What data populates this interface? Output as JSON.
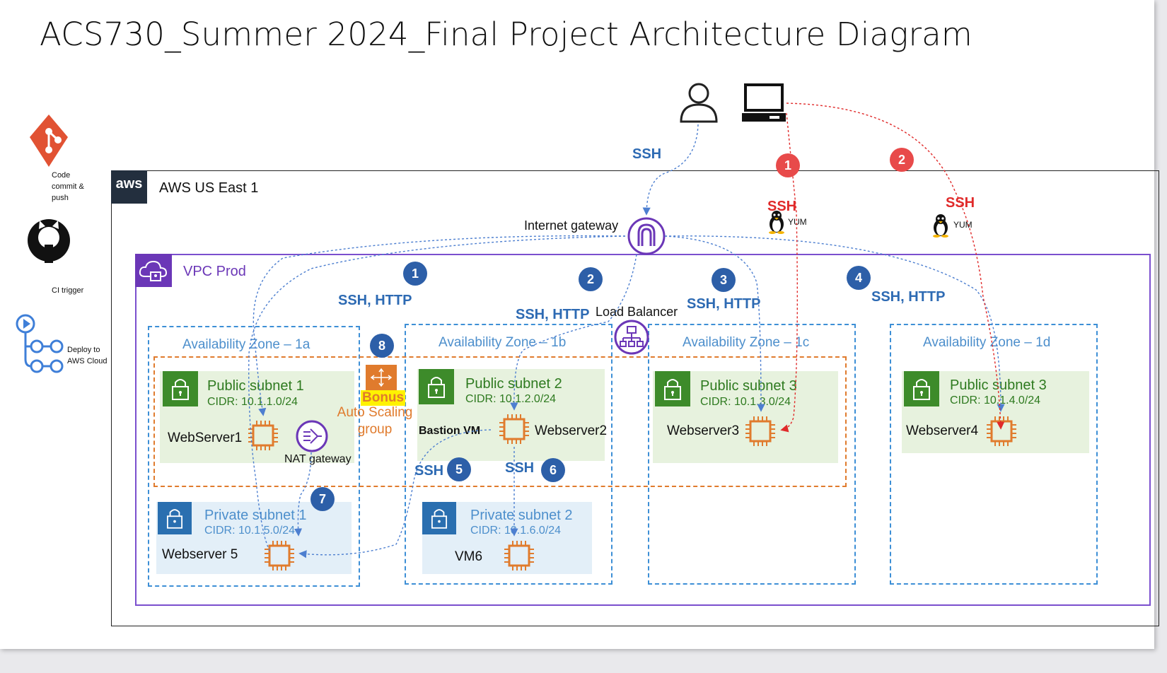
{
  "title": "ACS730_Summer 2024_Final Project Architecture  Diagram",
  "pipeline": {
    "step1": "Code commit & push",
    "step2": "CI trigger",
    "step3": "Deploy to AWS Cloud"
  },
  "aws": {
    "logo": "aws",
    "region": "AWS US East 1"
  },
  "vpc": {
    "label": "VPC Prod"
  },
  "internet_gateway": "Internet gateway",
  "load_balancer": "Load Balancer",
  "nat_gateway": "NAT gateway",
  "bastion": "Bastion VM",
  "bonus": {
    "label": "Bonus",
    "group": "Auto Scaling group"
  },
  "azs": [
    "Availability Zone – 1a",
    "Availability Zone – 1b",
    "Availability Zone – 1c",
    "Availability Zone – 1d"
  ],
  "public_subnets": [
    {
      "title": "Public subnet 1",
      "cidr": "CIDR: 10.1.1.0/24",
      "server": "WebServer1"
    },
    {
      "title": "Public subnet 2",
      "cidr": "CIDR: 10.1.2.0/24",
      "server": "Webserver2"
    },
    {
      "title": "Public subnet 3",
      "cidr": "CIDR: 10.1.3.0/24",
      "server": "Webserver3"
    },
    {
      "title": "Public subnet 3",
      "cidr": "CIDR: 10.1.4.0/24",
      "server": "Webserver4"
    }
  ],
  "private_subnets": [
    {
      "title": "Private subnet 1",
      "cidr": "CIDR: 10.1.5.0/24",
      "server": "Webserver 5"
    },
    {
      "title": "Private subnet 2",
      "cidr": "CIDR: 10.1.6.0/24",
      "server": "VM6"
    }
  ],
  "connections": {
    "ssh": "SSH",
    "ssh_http": "SSH, HTTP",
    "yum": "YUM"
  },
  "badges": {
    "blue": [
      "1",
      "2",
      "3",
      "4",
      "5",
      "6",
      "7",
      "8"
    ],
    "red": [
      "1",
      "2"
    ]
  },
  "colors": {
    "ssh_blue": "#2d6ab3",
    "ssh_red": "#e02a2a",
    "vpc_purple": "#7b4fce",
    "public_green": "#3d8b2a",
    "private_blue": "#2a6fb0",
    "asg_orange": "#e07b2d",
    "compute_orange": "#e07b2d"
  }
}
